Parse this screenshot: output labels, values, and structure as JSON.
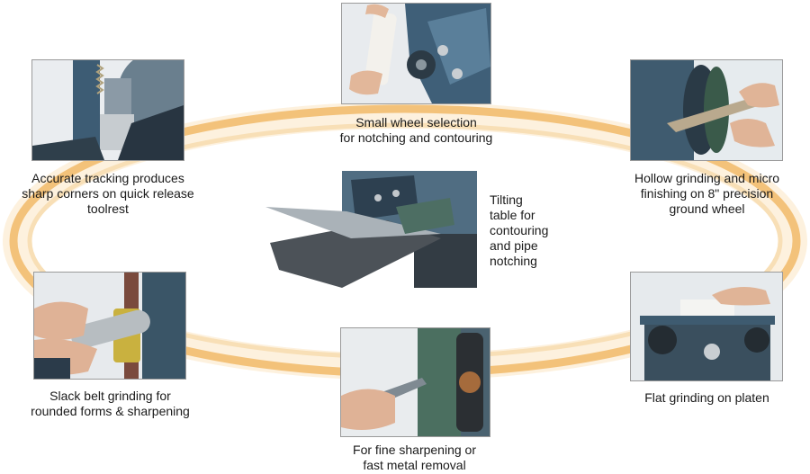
{
  "ring_colors": {
    "outer": "#f3c27a",
    "inner": "#f8dfb6",
    "glow": "#fdf1de"
  },
  "panels": [
    {
      "id": "small-wheel",
      "photo_icon": "small-wheel-grinder-photo",
      "caption": [
        "Small wheel selection",
        "for notching and contouring"
      ]
    },
    {
      "id": "tracking",
      "photo_icon": "toolrest-tracking-photo",
      "caption": [
        "Accurate tracking produces",
        "sharp corners on quick release",
        "toolrest"
      ]
    },
    {
      "id": "hollow",
      "photo_icon": "hollow-grinding-photo",
      "caption": [
        "Hollow grinding and micro",
        "finishing on 8\" precision",
        "ground wheel"
      ]
    },
    {
      "id": "tilting",
      "photo_icon": "tilting-table-photo",
      "caption": [
        "Tilting",
        "table for",
        "contouring",
        "and pipe",
        "notching"
      ]
    },
    {
      "id": "slack",
      "photo_icon": "slack-belt-pipe-photo",
      "caption": [
        "Slack belt grinding for",
        "rounded forms & sharpening"
      ]
    },
    {
      "id": "fine",
      "photo_icon": "fine-sharpening-photo",
      "caption": [
        "For fine sharpening or",
        "fast metal removal"
      ]
    },
    {
      "id": "flat",
      "photo_icon": "flat-platen-photo",
      "caption": [
        "Flat grinding on platen"
      ]
    }
  ]
}
